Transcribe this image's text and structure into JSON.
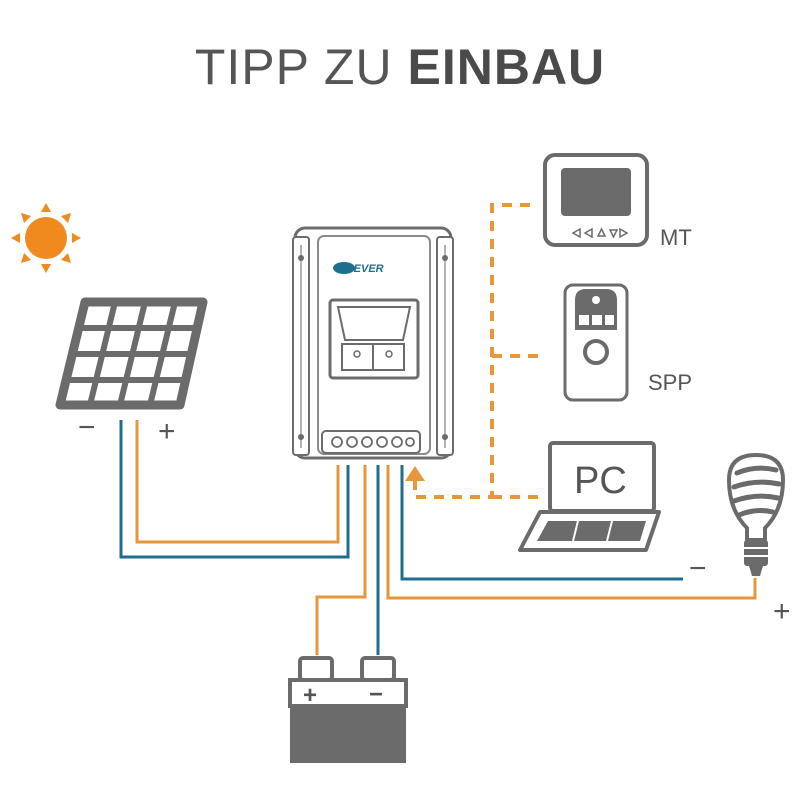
{
  "title": {
    "light": "TIPP ZU ",
    "bold": "EINBAU"
  },
  "controller": {
    "brand": "EPEVER"
  },
  "devices": {
    "mt": "MT",
    "spp": "SPP",
    "pc": "PC"
  },
  "polarity": {
    "panel_minus": "−",
    "panel_plus": "+",
    "battery_plus": "+",
    "battery_minus": "−",
    "load_minus": "−",
    "load_plus": "+"
  },
  "colors": {
    "positive_wire": "#e8963a",
    "negative_wire": "#1f6d8f",
    "device": "#6b6b6b",
    "sun": "#f08a1e"
  }
}
